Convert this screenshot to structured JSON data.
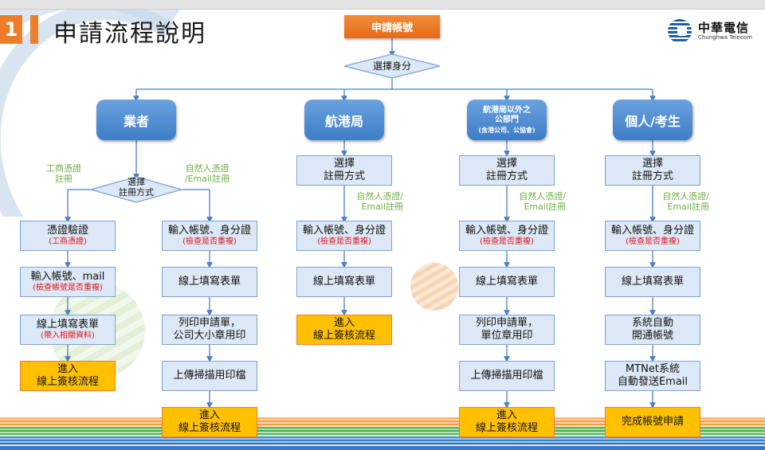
{
  "slide": {
    "number": "1",
    "title": "申請流程說明"
  },
  "logo": {
    "name_cn": "中華電信",
    "name_en": "Chunghwa Telecom"
  },
  "flow": {
    "start": "申請帳號",
    "choose_identity": "選擇身分",
    "categories": [
      {
        "label": "業者"
      },
      {
        "label": "航港局"
      },
      {
        "label_lines": [
          "航港局以外之",
          "公部門",
          "(含港公司、公協會)"
        ]
      },
      {
        "label": "個人/考生"
      }
    ],
    "col1": {
      "decision": [
        "選擇",
        "註冊方式"
      ],
      "left_branch_label": [
        "工商憑證",
        "註冊"
      ],
      "right_branch_label": [
        "自然人憑證",
        "/Email註冊"
      ],
      "left_steps": [
        {
          "main": "憑證驗證",
          "sub": "(工商憑證)"
        },
        {
          "main": "輸入帳號、mail",
          "sub": "(檢查帳號是否重複)"
        },
        {
          "main": "線上填寫表單",
          "sub": "(帶入相關資料)"
        },
        {
          "line1": "進入",
          "line2": "線上簽核流程"
        }
      ],
      "right_steps": [
        {
          "main": "輸入帳號、身分證",
          "sub": "(檢查是否重複)"
        },
        {
          "main": "線上填寫表單"
        },
        {
          "line1": "列印申請單，",
          "line2": "公司大小章用印"
        },
        {
          "main": "上傳掃描用印檔"
        },
        {
          "line1": "進入",
          "line2": "線上簽核流程"
        }
      ]
    },
    "col2": {
      "choose": [
        "選擇",
        "註冊方式"
      ],
      "branch_label": [
        "自然人憑證/",
        "Email註冊"
      ],
      "steps": [
        {
          "main": "輸入帳號、身分證",
          "sub": "(檢查是否重複)"
        },
        {
          "main": "線上填寫表單"
        },
        {
          "line1": "進入",
          "line2": "線上簽核流程"
        }
      ]
    },
    "col3": {
      "choose": [
        "選擇",
        "註冊方式"
      ],
      "branch_label": [
        "自然人憑證/",
        "Email註冊"
      ],
      "steps": [
        {
          "main": "輸入帳號、身分證",
          "sub": "(檢查是否重複)"
        },
        {
          "main": "線上填寫表單"
        },
        {
          "line1": "列印申請單，",
          "line2": "單位章用印"
        },
        {
          "main": "上傳掃描用印檔"
        },
        {
          "line1": "進入",
          "line2": "線上簽核流程"
        }
      ]
    },
    "col4": {
      "choose": [
        "選擇",
        "註冊方式"
      ],
      "branch_label": [
        "自然人憑證/",
        "Email註冊"
      ],
      "steps": [
        {
          "main": "輸入帳號、身分證",
          "sub": "(檢查是否重複)"
        },
        {
          "main": "線上填寫表單"
        },
        {
          "line1": "系統自動",
          "line2": "開通帳號"
        },
        {
          "line1": "MTNet系統",
          "line2": "自動發送Email"
        },
        {
          "main": "完成帳號申請"
        }
      ]
    }
  },
  "colors": {
    "accent_orange": "#ee7d2a",
    "box_fill": "#dce8f5",
    "box_border": "#7ba3d4",
    "final_fill": "#ffc000",
    "category_blue": "#4a8bd0",
    "branch_green": "#70ad47",
    "note_red": "#e0131b"
  }
}
